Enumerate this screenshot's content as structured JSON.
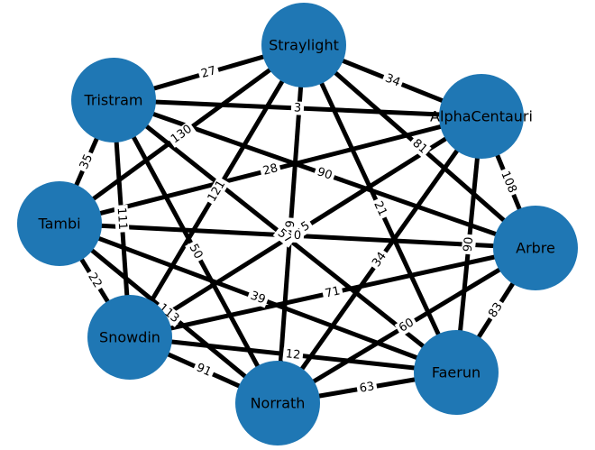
{
  "graph": {
    "node_color": "#1f77b4",
    "edge_color": "#000000",
    "nodes": [
      {
        "id": "Straylight",
        "label": "Straylight"
      },
      {
        "id": "AlphaCentauri",
        "label": "AlphaCentauri"
      },
      {
        "id": "Arbre",
        "label": "Arbre"
      },
      {
        "id": "Faerun",
        "label": "Faerun"
      },
      {
        "id": "Norrath",
        "label": "Norrath"
      },
      {
        "id": "Snowdin",
        "label": "Snowdin"
      },
      {
        "id": "Tambi",
        "label": "Tambi"
      },
      {
        "id": "Tristram",
        "label": "Tristram"
      }
    ],
    "edges": [
      {
        "source": "Straylight",
        "target": "AlphaCentauri",
        "weight": "34"
      },
      {
        "source": "Straylight",
        "target": "Tristram",
        "weight": "27"
      },
      {
        "source": "Straylight",
        "target": "Tambi",
        "weight": "130"
      },
      {
        "source": "Straylight",
        "target": "Snowdin",
        "weight": "121"
      },
      {
        "source": "Straylight",
        "target": "Norrath",
        "weight": "9"
      },
      {
        "source": "Straylight",
        "target": "Faerun",
        "weight": "21"
      },
      {
        "source": "Straylight",
        "target": "Arbre",
        "weight": "81"
      },
      {
        "source": "Tristram",
        "target": "AlphaCentauri",
        "weight": "3"
      },
      {
        "source": "Tristram",
        "target": "Tambi",
        "weight": "35"
      },
      {
        "source": "Tristram",
        "target": "Snowdin",
        "weight": "111"
      },
      {
        "source": "Tristram",
        "target": "Norrath",
        "weight": "50"
      },
      {
        "source": "Tristram",
        "target": "Arbre",
        "weight": "90"
      },
      {
        "source": "Tristram",
        "target": "Faerun",
        "weight": "57"
      },
      {
        "source": "AlphaCentauri",
        "target": "Tambi",
        "weight": "28"
      },
      {
        "source": "AlphaCentauri",
        "target": "Snowdin",
        "weight": "5"
      },
      {
        "source": "AlphaCentauri",
        "target": "Norrath",
        "weight": "34"
      },
      {
        "source": "AlphaCentauri",
        "target": "Arbre",
        "weight": "108"
      },
      {
        "source": "AlphaCentauri",
        "target": "Faerun",
        "weight": "90"
      },
      {
        "source": "Tambi",
        "target": "Arbre",
        "weight": "0"
      },
      {
        "source": "Tambi",
        "target": "Snowdin",
        "weight": "22"
      },
      {
        "source": "Tambi",
        "target": "Faerun",
        "weight": "39"
      },
      {
        "source": "Tambi",
        "target": "Norrath",
        "weight": "113"
      },
      {
        "source": "Snowdin",
        "target": "Arbre",
        "weight": "71"
      },
      {
        "source": "Snowdin",
        "target": "Norrath",
        "weight": "91"
      },
      {
        "source": "Snowdin",
        "target": "Faerun",
        "weight": "12"
      },
      {
        "source": "Arbre",
        "target": "Faerun",
        "weight": "83"
      },
      {
        "source": "Arbre",
        "target": "Norrath",
        "weight": "60"
      },
      {
        "source": "Norrath",
        "target": "Faerun",
        "weight": "63"
      }
    ]
  }
}
